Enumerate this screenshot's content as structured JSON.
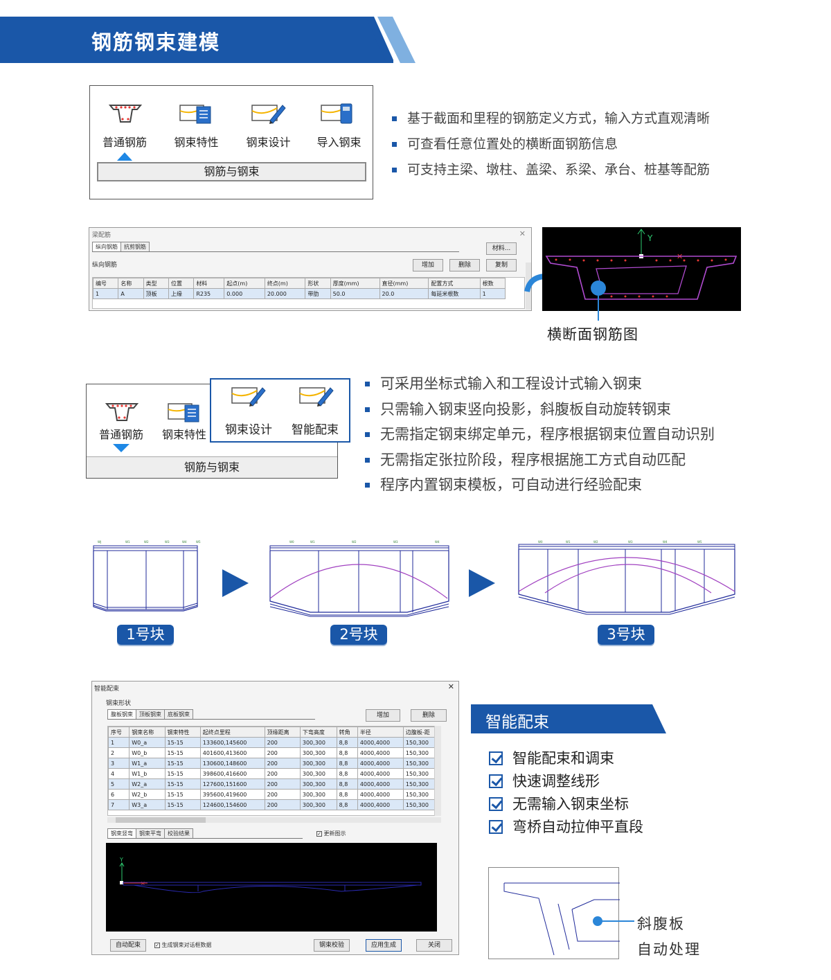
{
  "header": {
    "title": "钢筋钢束建模"
  },
  "ribbon1": {
    "items": [
      "普通钢筋",
      "钢束特性",
      "钢束设计",
      "导入钢束"
    ],
    "group": "钢筋与钢束"
  },
  "bullets1": [
    "基于截面和里程的钢筋定义方式，输入方式直观清晰",
    "可查看任意位置处的横断面钢筋信息",
    "可支持主梁、墩柱、盖梁、系梁、承台、桩基等配筋"
  ],
  "rebar_window": {
    "title": "梁配筋",
    "tabs": [
      "纵向钢筋",
      "抗剪钢筋"
    ],
    "section_label": "纵向钢筋",
    "buttons": {
      "material": "材料...",
      "add": "增加",
      "delete": "删除",
      "copy": "复制"
    },
    "columns": [
      "编号",
      "名称",
      "类型",
      "位置",
      "材料",
      "起点(m)",
      "终点(m)",
      "形状",
      "厚度(mm)",
      "直径(mm)",
      "配置方式",
      "根数"
    ],
    "rows": [
      [
        "1",
        "A",
        "顶板",
        "上缘",
        "R235",
        "0.000",
        "20.000",
        "带肋",
        "50.0",
        "20.0",
        "每延米根数",
        "1"
      ]
    ]
  },
  "cross_section": {
    "caption": "横断面钢筋图",
    "axis_y": "Y"
  },
  "ribbon2": {
    "items": [
      "普通钢筋",
      "钢束特性",
      "钢束设计",
      "智能配束"
    ],
    "group": "钢筋与钢束"
  },
  "bullets2": [
    "可采用坐标式输入和工程设计式输入钢束",
    "只需输入钢束竖向投影，斜腹板自动旋转钢束",
    "无需指定钢束绑定单元，程序根据钢束位置自动识别",
    "无需指定张拉阶段，程序根据施工方式自动匹配",
    "程序内置钢束模板，可自动进行经验配束"
  ],
  "blocks": [
    "1号块",
    "2号块",
    "3号块"
  ],
  "smart_window": {
    "title": "智能配束",
    "group_label": "钢束形状",
    "tabs": [
      "腹板钢束",
      "顶板钢束",
      "底板钢束"
    ],
    "buttons": {
      "add": "增加",
      "delete": "删除"
    },
    "columns": [
      "序号",
      "钢束名称",
      "钢束特性",
      "起终点里程",
      "顶缘距离",
      "下弯高度",
      "转角",
      "半径",
      "边腹板-距"
    ],
    "rows": [
      [
        "1",
        "W0_a",
        "15-15",
        "133600,145600",
        "200",
        "300,300",
        "8,8",
        "4000,4000",
        "150,300"
      ],
      [
        "2",
        "W0_b",
        "15-15",
        "401600,413600",
        "200",
        "300,300",
        "8,8",
        "4000,4000",
        "150,300"
      ],
      [
        "3",
        "W1_a",
        "15-15",
        "130600,148600",
        "200",
        "300,300",
        "8,8",
        "4000,4000",
        "150,300"
      ],
      [
        "4",
        "W1_b",
        "15-15",
        "398600,416600",
        "200",
        "300,300",
        "8,8",
        "4000,4000",
        "150,300"
      ],
      [
        "5",
        "W2_a",
        "15-15",
        "127600,151600",
        "200",
        "300,300",
        "8,8",
        "4000,4000",
        "150,300"
      ],
      [
        "6",
        "W2_b",
        "15-15",
        "395600,419600",
        "200",
        "300,300",
        "8,8",
        "4000,4000",
        "150,300"
      ],
      [
        "7",
        "W3_a",
        "15-15",
        "124600,154600",
        "200",
        "300,300",
        "8,8",
        "4000,4000",
        "150,300"
      ]
    ],
    "lower_tabs": [
      "钢束竖弯",
      "钢束平弯",
      "校验结果"
    ],
    "refresh_label": "更新图示",
    "axis_y": "Y",
    "footer": {
      "auto": "自动配束",
      "generate_label": "生成钢束对话框数据",
      "check": "钢束校验",
      "apply": "应用生成",
      "close": "关闭"
    }
  },
  "smart_section": {
    "title": "智能配束",
    "checks": [
      "智能配束和调束",
      "快速调整线形",
      "无需输入钢束坐标",
      "弯桥自动拉伸平直段"
    ],
    "callout": [
      "斜腹板",
      "自动处理"
    ]
  },
  "colors": {
    "accent": "#1a57a8",
    "tendon": "#a040c0",
    "cad_bg": "#000000"
  }
}
